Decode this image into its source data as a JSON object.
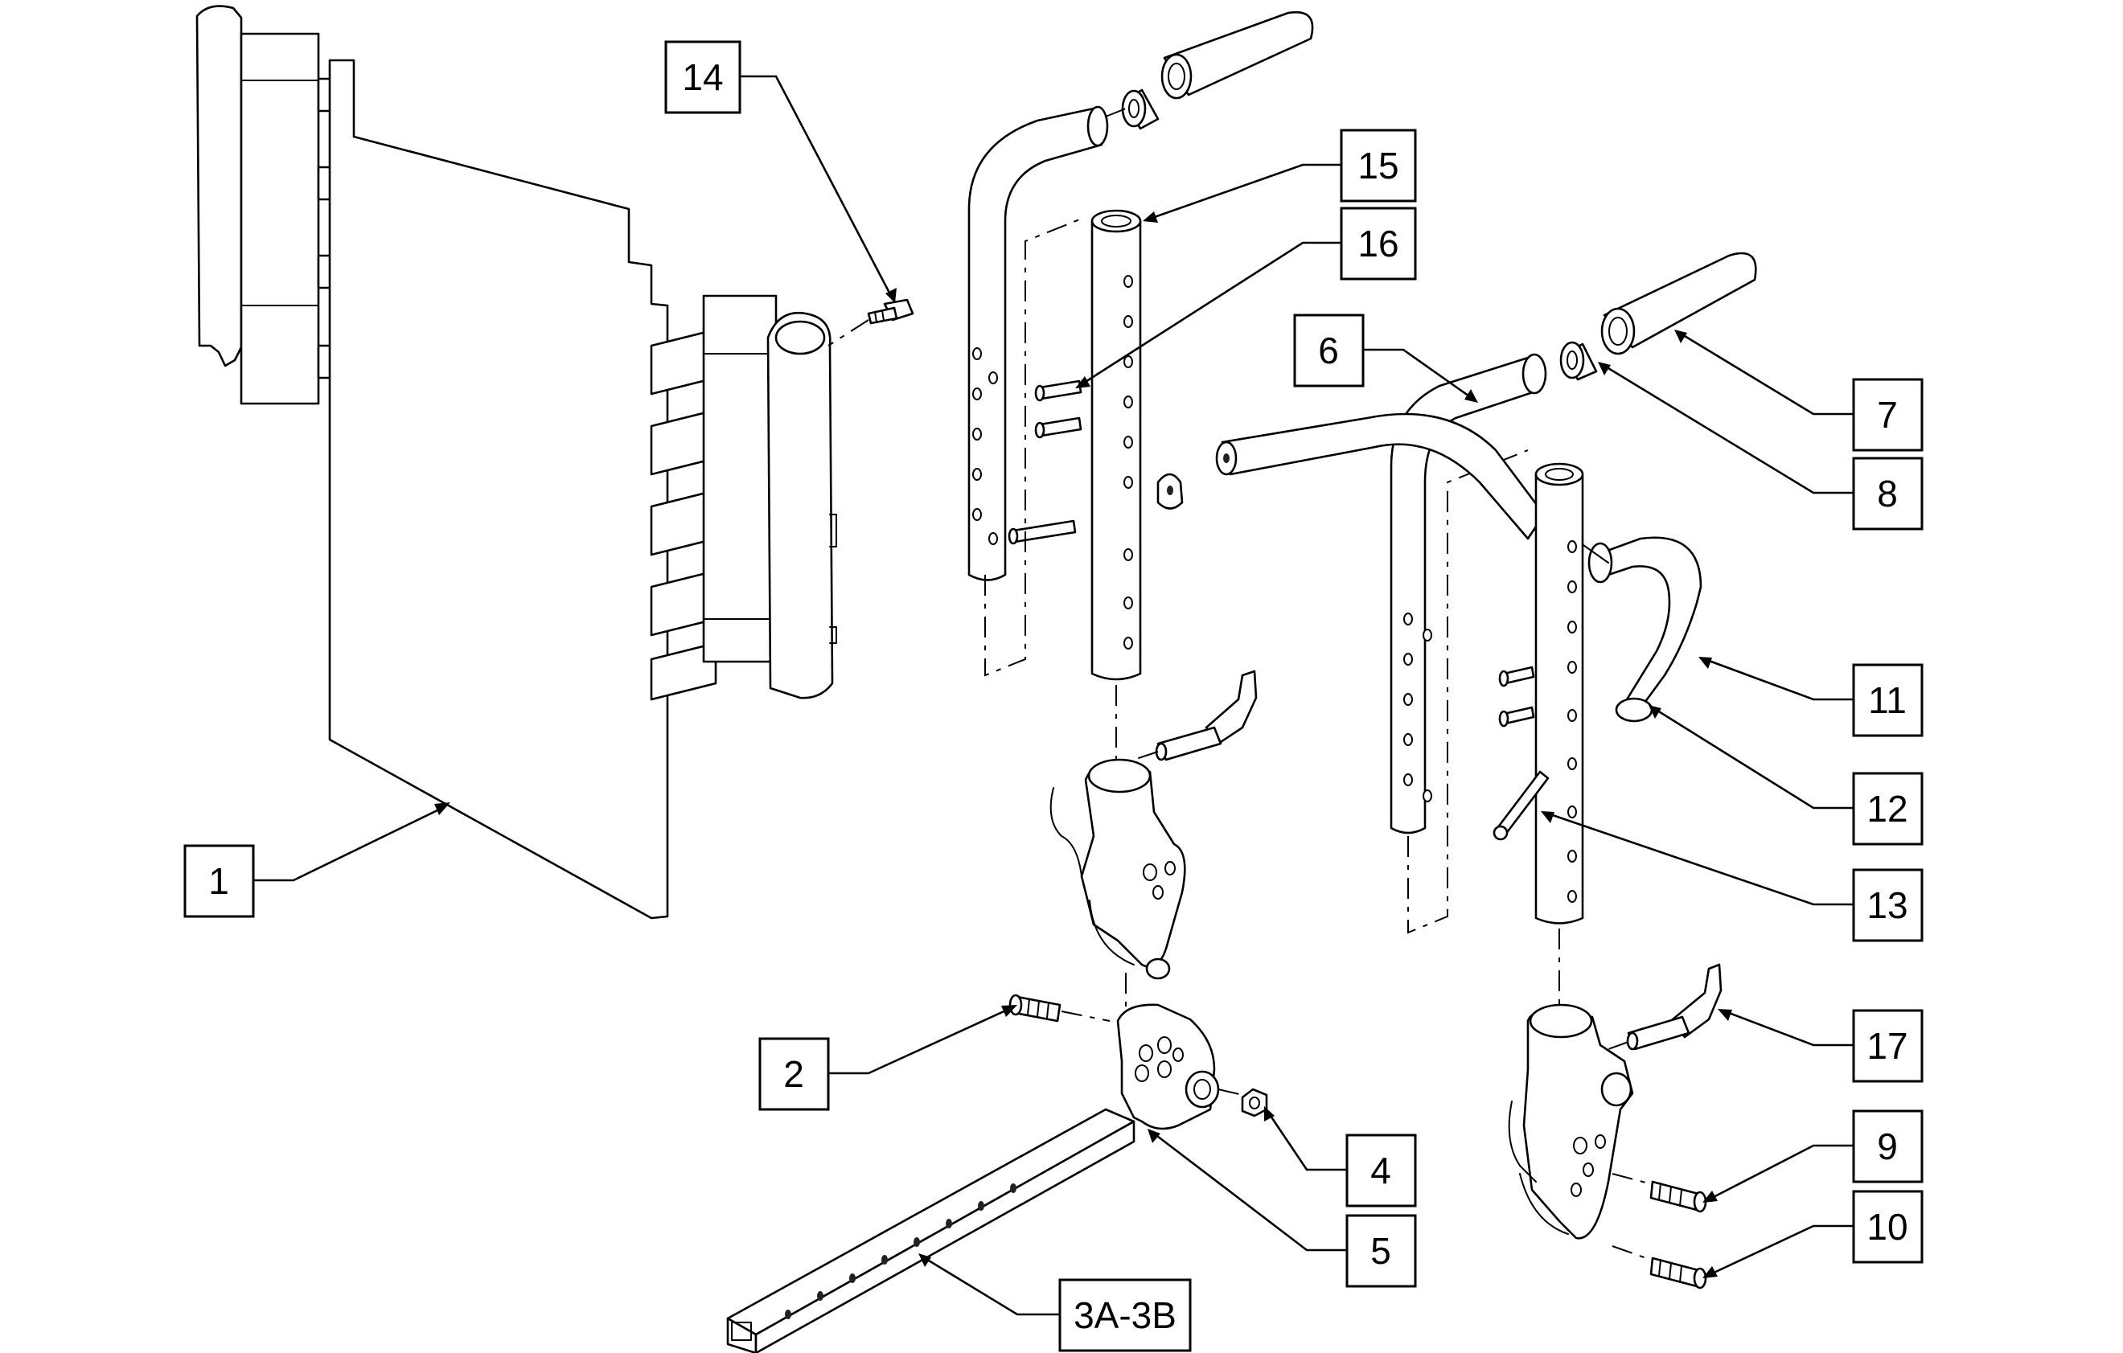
{
  "callouts": [
    {
      "id": "c1",
      "text": "1"
    },
    {
      "id": "c2",
      "text": "2"
    },
    {
      "id": "c3",
      "text": "3A-3B"
    },
    {
      "id": "c4",
      "text": "4"
    },
    {
      "id": "c5",
      "text": "5"
    },
    {
      "id": "c6",
      "text": "6"
    },
    {
      "id": "c7",
      "text": "7"
    },
    {
      "id": "c8",
      "text": "8"
    },
    {
      "id": "c9",
      "text": "9"
    },
    {
      "id": "c10",
      "text": "10"
    },
    {
      "id": "c11",
      "text": "11"
    },
    {
      "id": "c12",
      "text": "12"
    },
    {
      "id": "c13",
      "text": "13"
    },
    {
      "id": "c14",
      "text": "14"
    },
    {
      "id": "c15",
      "text": "15"
    },
    {
      "id": "c16",
      "text": "16"
    },
    {
      "id": "c17",
      "text": "17"
    }
  ]
}
